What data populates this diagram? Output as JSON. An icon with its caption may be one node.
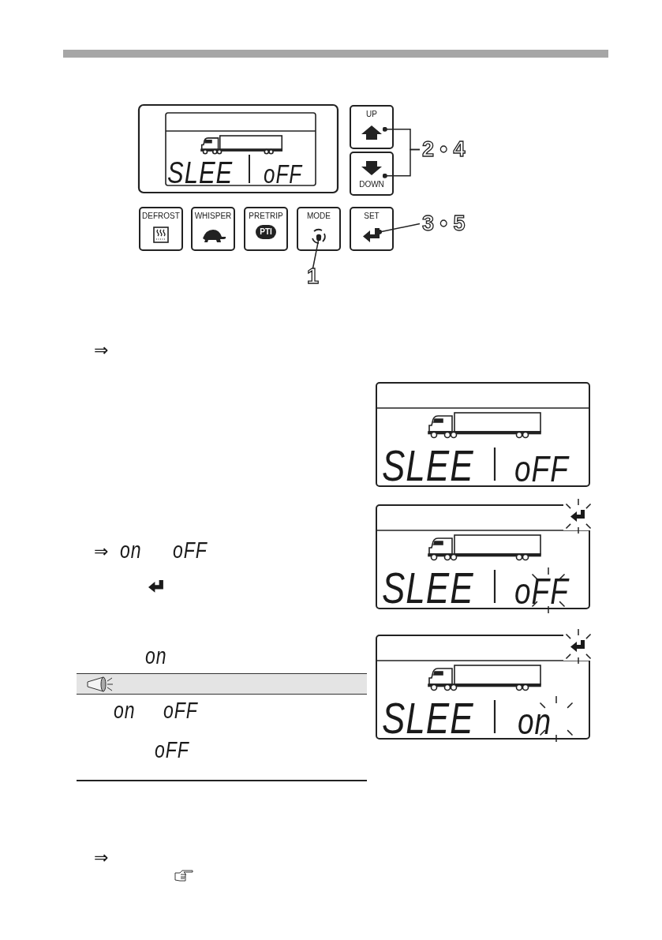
{
  "diagram": {
    "nodes": [
      {
        "text": [
          "UP"
        ]
      },
      {
        "text": [
          "2 • 4"
        ]
      },
      {
        "text": [
          "DOWN"
        ]
      },
      {
        "text": [
          "DEFROST"
        ]
      },
      {
        "text": [
          "WHISPER"
        ]
      },
      {
        "text": [
          "PRETRIP",
          "PTI"
        ]
      },
      {
        "text": [
          "MODE"
        ]
      },
      {
        "text": [
          "SET"
        ]
      },
      {
        "text": [
          "3 • 5"
        ]
      },
      {
        "text": [
          "1"
        ]
      }
    ],
    "edges": [
      {
        "from": 1,
        "to": 0,
        "arrow": "other"
      },
      {
        "from": 1,
        "to": 2,
        "arrow": "other"
      },
      {
        "from": 8,
        "to": 7,
        "arrow": "other"
      },
      {
        "from": 9,
        "to": 6,
        "arrow": "other"
      }
    ],
    "labels": [
      "SLEE",
      "oFF",
      "⇒",
      "SLEE",
      "oFF",
      "⇒",
      "on",
      "oFF",
      "SLEE",
      "oFF",
      "on",
      "SLEE",
      "on",
      "on",
      "oFF",
      "oFF",
      "⇒"
    ]
  }
}
